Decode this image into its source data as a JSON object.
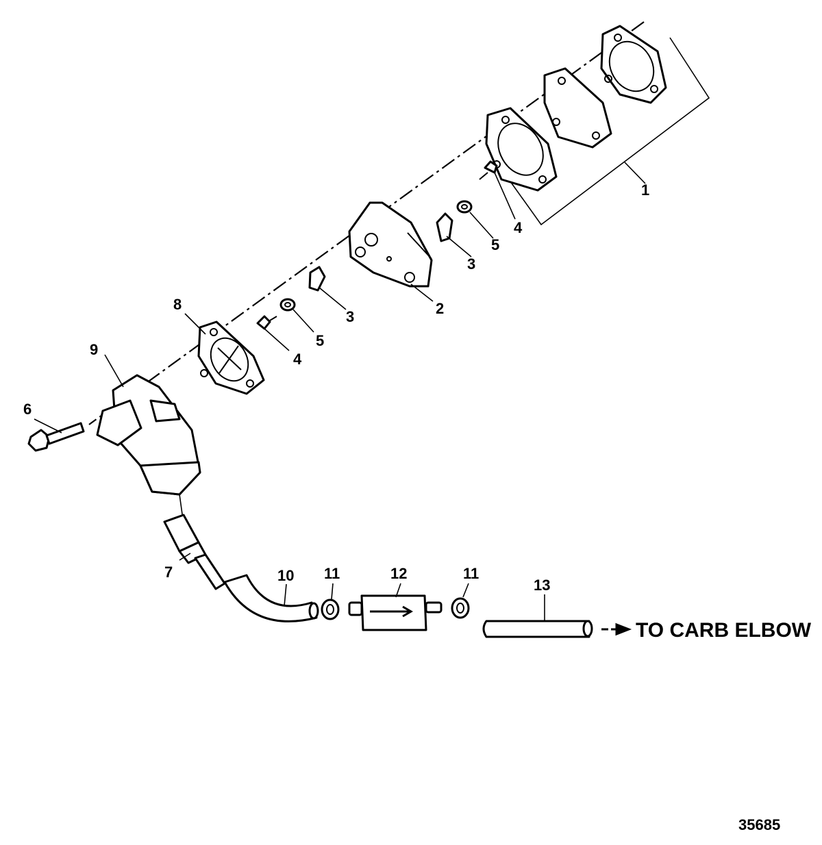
{
  "callouts": {
    "c1": "1",
    "c2": "2",
    "c3a": "3",
    "c3b": "3",
    "c4a": "4",
    "c4b": "4",
    "c5a": "5",
    "c5b": "5",
    "c6": "6",
    "c7": "7",
    "c8": "8",
    "c9": "9",
    "c10": "10",
    "c11a": "11",
    "c11b": "11",
    "c12": "12",
    "c13": "13"
  },
  "destination_label": "TO CARB ELBOW",
  "figure_number": "35685"
}
